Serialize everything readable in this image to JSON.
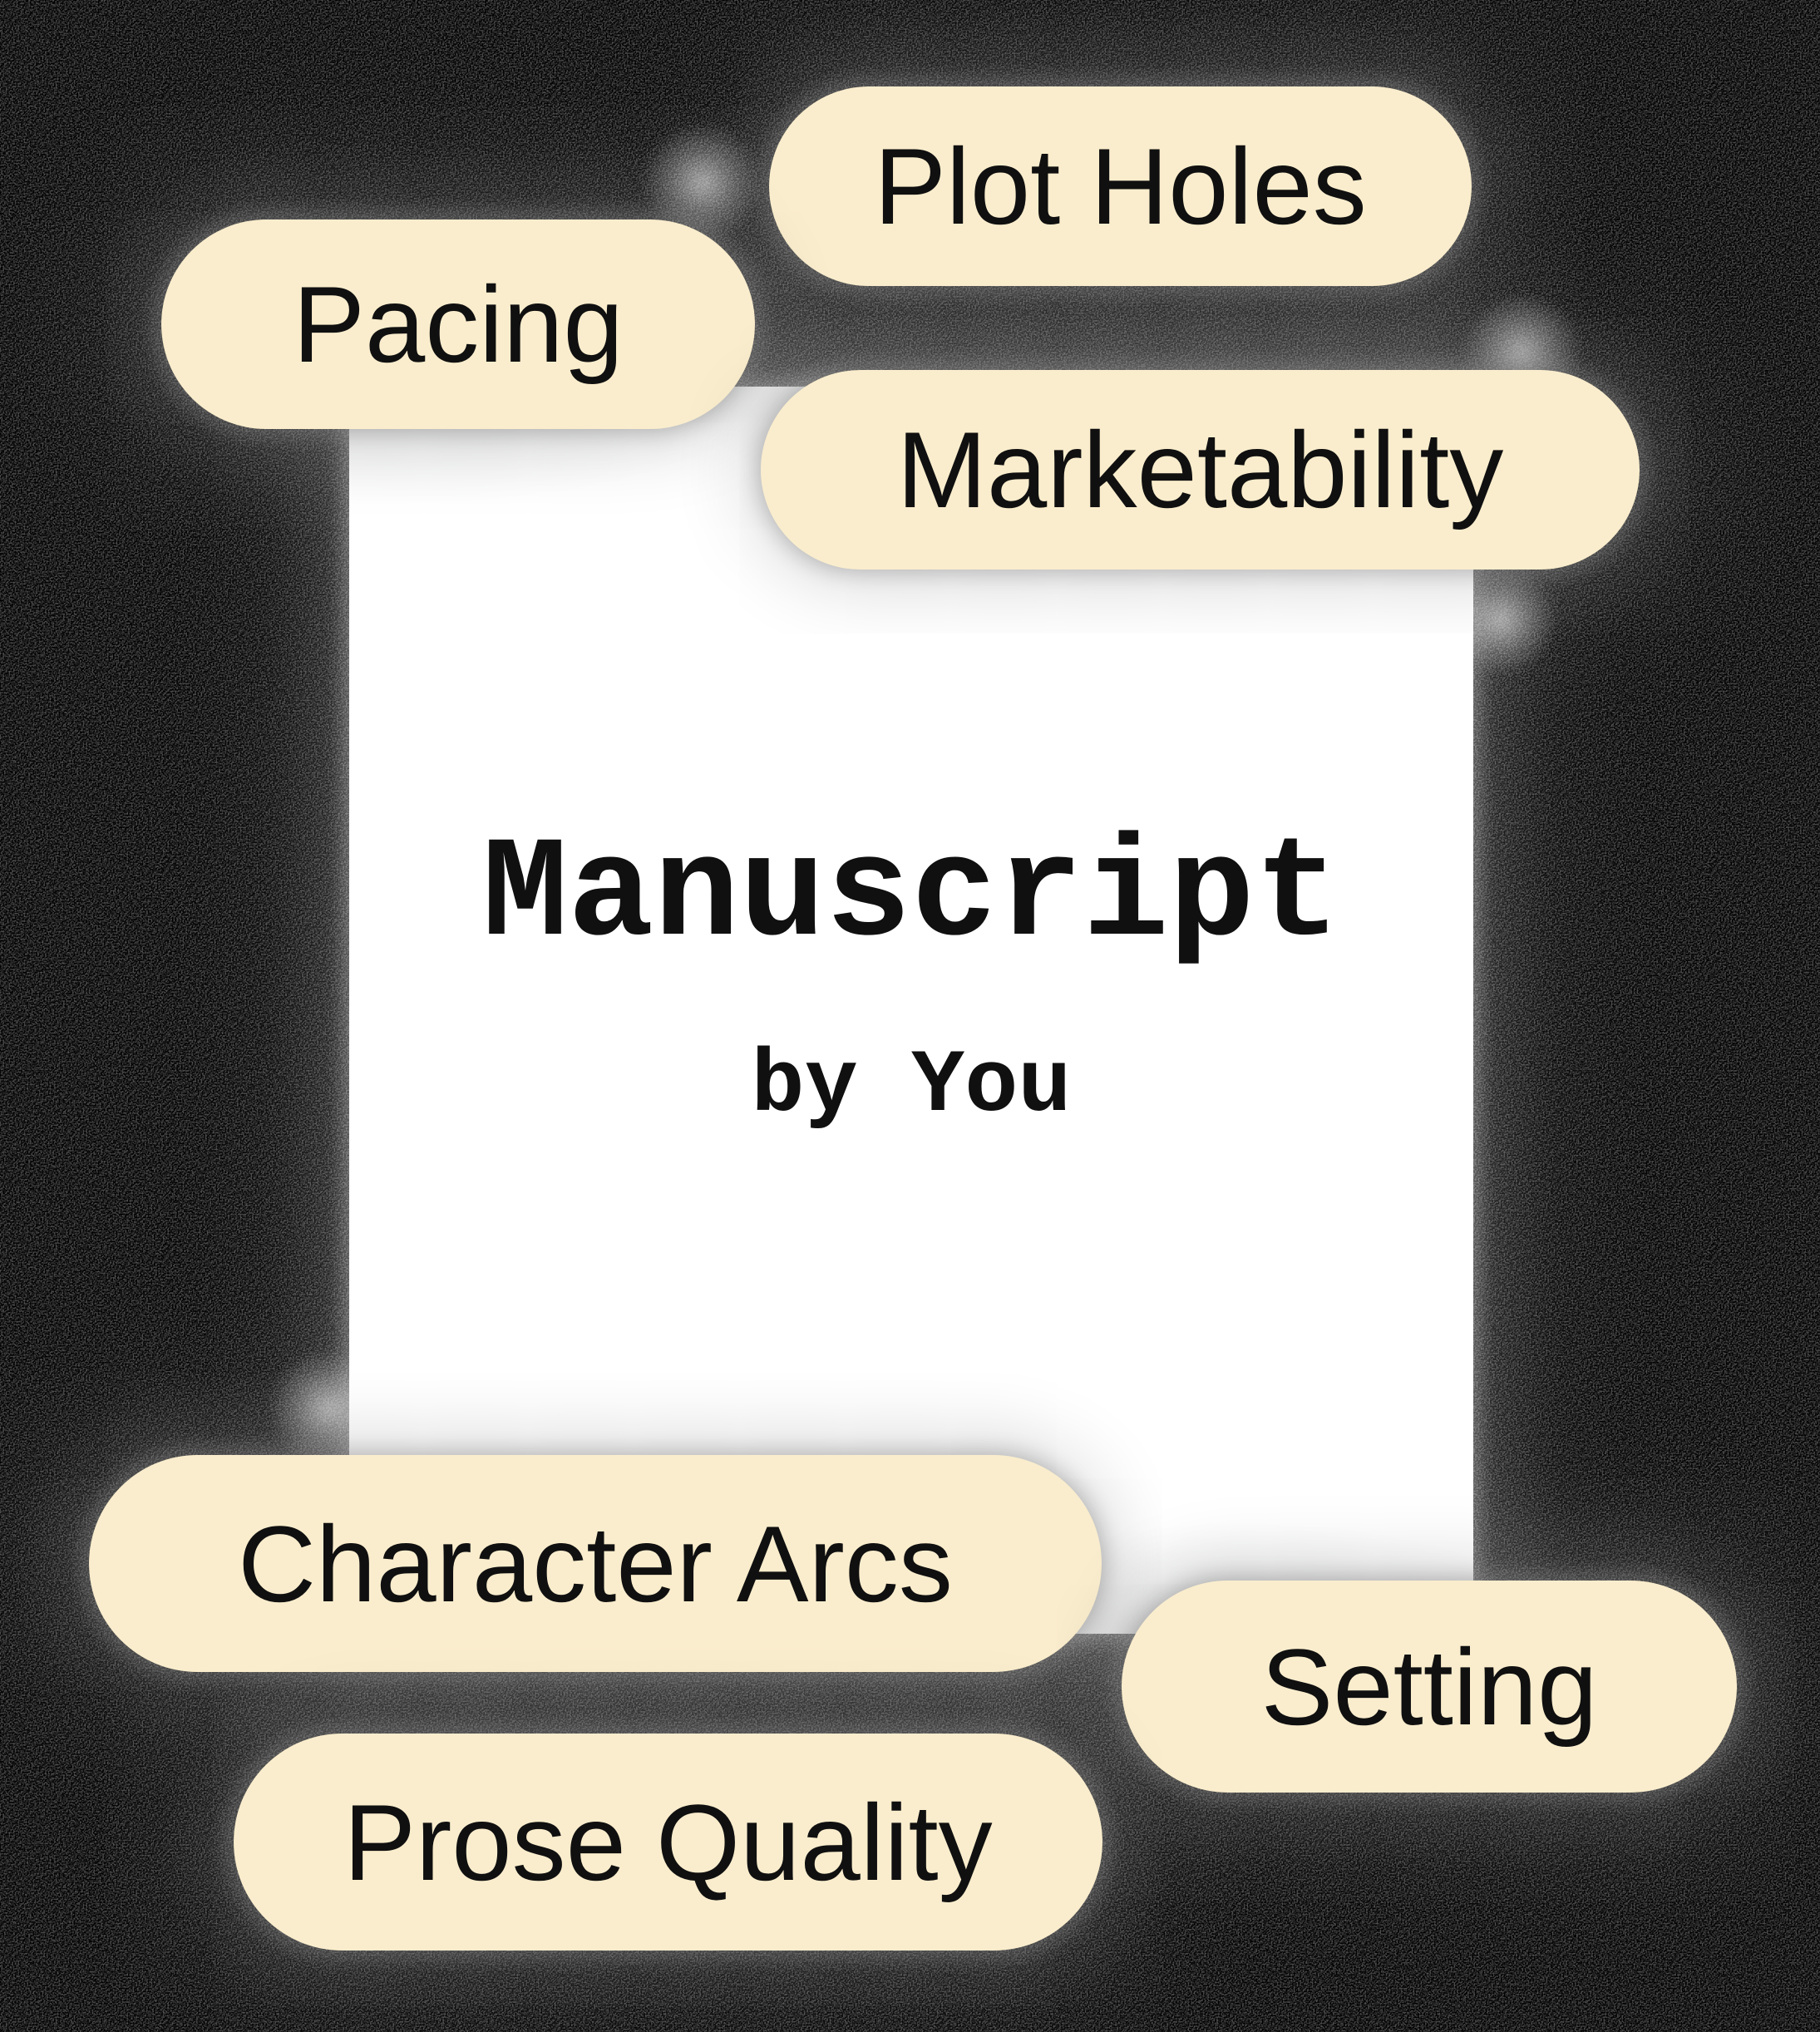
{
  "illustration": {
    "description_tags": [
      {
        "id": "plot-holes",
        "label": "Plot Holes"
      },
      {
        "id": "pacing",
        "label": "Pacing"
      },
      {
        "id": "marketability",
        "label": "Marketability"
      },
      {
        "id": "character-arcs",
        "label": "Character Arcs"
      },
      {
        "id": "setting",
        "label": "Setting"
      },
      {
        "id": "prose-quality",
        "label": "Prose Quality"
      }
    ],
    "manuscript": {
      "title": "Manuscript",
      "byline": "by You"
    }
  },
  "colors": {
    "background": "#000000",
    "pill": "#FAEDCD",
    "paper": "#FFFFFF",
    "ink": "#101010"
  }
}
